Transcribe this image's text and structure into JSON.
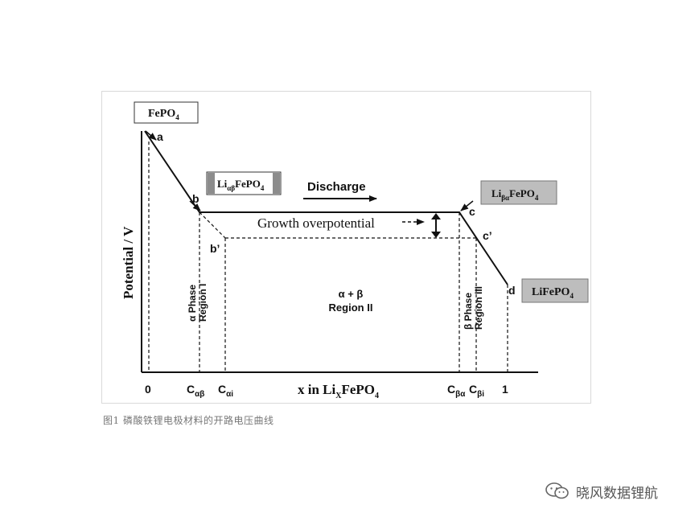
{
  "diagram": {
    "y_axis_label": "Potential / V",
    "x_axis_label": "x in Li",
    "x_axis_sub": "X",
    "x_axis_suffix": "FePO",
    "x_axis_suffix_sub": "4",
    "tick_0": "0",
    "tick_1": "1",
    "tick_c_ab": "C",
    "tick_c_ab_sub": "αβ",
    "tick_c_ai": "C",
    "tick_c_ai_sub": "αi",
    "tick_c_ba": "C",
    "tick_c_ba_sub": "βα",
    "tick_c_bi": "C",
    "tick_c_bi_sub": "βi",
    "box_fepo4": "FePO",
    "box_fepo4_sub": "4",
    "box_li_a": "Li",
    "box_li_a_sub": "αβ",
    "box_li_a_rest": "FePO",
    "box_li_a_rest_sub": "4",
    "box_li_b": "Li",
    "box_li_b_sub": "βα",
    "box_li_b_rest": "FePO",
    "box_li_b_rest_sub": "4",
    "box_lifepo4": "LiFePO",
    "box_lifepo4_sub": "4",
    "point_a": "a",
    "point_b": "b",
    "point_b_prime": "b’",
    "point_c": "c",
    "point_c_prime": "c’",
    "point_d": "d",
    "discharge_label": "Discharge",
    "growth_label": "Growth overpotential",
    "region1_line1": "α Phase",
    "region1_line2": "Region I",
    "region2_line1": "α + β",
    "region2_line2": "Region II",
    "region3_line1": "β Phase",
    "region3_line2": "Region III"
  },
  "caption": "图1  磷酸铁锂电极材料的开路电压曲线",
  "watermark": "晓风数据锂航",
  "watermark_icon": "wechat-icon",
  "colors": {
    "line": "#111111",
    "box_gray": "#bdbdbd",
    "caption": "#777777"
  }
}
